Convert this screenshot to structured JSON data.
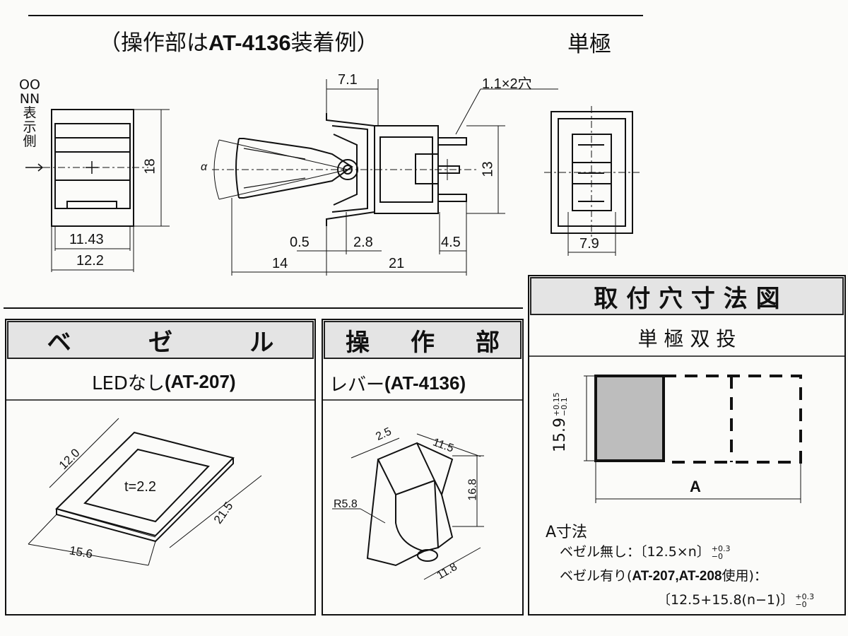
{
  "top": {
    "caption_prefix": "（操作部は",
    "caption_model": "AT-4136",
    "caption_suffix": "装着例）",
    "pole": "単極",
    "side_label": [
      "OO",
      "NN",
      "表",
      "示",
      "側"
    ]
  },
  "dims": {
    "front_height": "18",
    "front_inner_width": "11.43",
    "front_width": "12.2",
    "side_top": "7.1",
    "side_holes": "1.1×2穴",
    "alpha": "α",
    "side_height": "13",
    "d_0_5": "0.5",
    "d_2_8": "2.8",
    "d_4_5": "4.5",
    "d_14": "14",
    "d_21": "21",
    "rear_width": "7.9"
  },
  "bezel": {
    "title_chars": [
      "ベ",
      "ゼ",
      "ル"
    ],
    "label_prefix": "LEDなし",
    "label_model": "(AT-207)",
    "thickness": "t=2.2",
    "w_12_0": "12.0",
    "w_21_5": "21.5",
    "w_15_6": "15.6"
  },
  "lever": {
    "title_chars": [
      "操",
      "作",
      "部"
    ],
    "label_prefix": "レバー",
    "label_model": "(AT-4136)",
    "d_2_5": "2.5",
    "d_11_5": "11.5",
    "d_16_8": "16.8",
    "radius": "R5.8",
    "d_11_8": "11.8"
  },
  "mounting": {
    "title": "取 付 穴 寸 法 図",
    "subtitle": "単 極 双 投",
    "height_dim": "15.9",
    "height_tol_upper": "+0.15",
    "height_tol_lower": "−0.1",
    "a_label": "A",
    "a_heading": "A寸法",
    "no_bezel_label": "ベゼル無し：〔12.5×n〕",
    "no_bezel_tol_upper": "+0.3",
    "no_bezel_tol_lower": "−0",
    "with_bezel_prefix": "ベゼル有り(",
    "with_bezel_models": "AT-207,AT-208",
    "with_bezel_suffix": "使用)：",
    "with_bezel_formula": "〔12.5+15.8(n−1)〕",
    "with_bezel_tol_upper": "+0.3",
    "with_bezel_tol_lower": "−0"
  }
}
